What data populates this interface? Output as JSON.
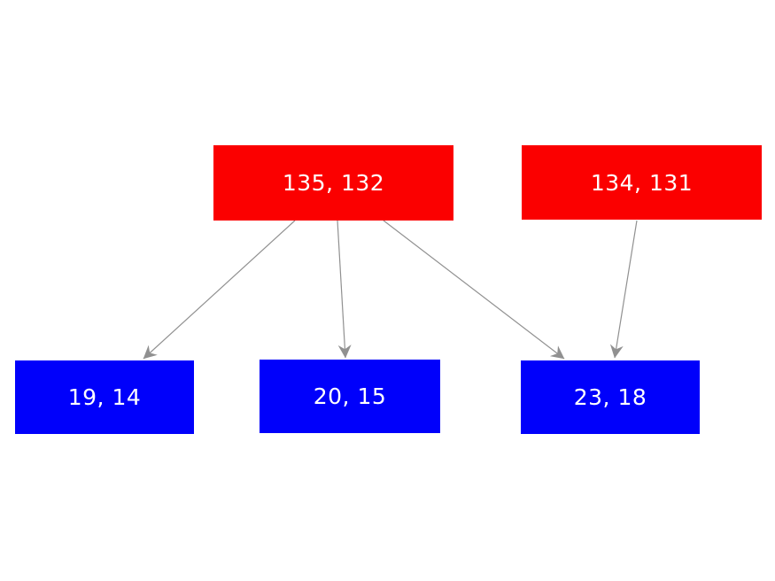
{
  "diagram": {
    "type": "directed-graph",
    "background_color": "#ffffff",
    "node_text_color": "#ffffff",
    "parent_node_fill": "#fb0000",
    "child_node_fill": "#0000fb",
    "edge_color": "#909090",
    "nodes": [
      {
        "id": "parent-1",
        "label": "135, 132",
        "role": "parent",
        "fill": "#fb0000"
      },
      {
        "id": "parent-2",
        "label": "134, 131",
        "role": "parent",
        "fill": "#fb0000"
      },
      {
        "id": "child-1",
        "label": "19, 14",
        "role": "child",
        "fill": "#0000fb"
      },
      {
        "id": "child-2",
        "label": "20, 15",
        "role": "child",
        "fill": "#0000fb"
      },
      {
        "id": "child-3",
        "label": "23, 18",
        "role": "child",
        "fill": "#0000fb"
      }
    ],
    "edges": [
      {
        "from": "135, 132",
        "to": "19, 14"
      },
      {
        "from": "135, 132",
        "to": "20, 15"
      },
      {
        "from": "135, 132",
        "to": "23, 18"
      },
      {
        "from": "134, 131",
        "to": "23, 18"
      }
    ]
  }
}
